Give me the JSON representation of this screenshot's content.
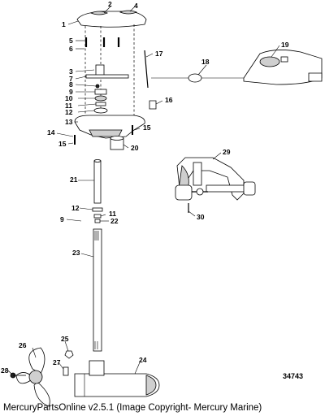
{
  "callouts": [
    {
      "id": "1",
      "label": "1"
    },
    {
      "id": "2",
      "label": "2"
    },
    {
      "id": "3",
      "label": "3"
    },
    {
      "id": "4",
      "label": "4"
    },
    {
      "id": "5",
      "label": "5"
    },
    {
      "id": "6",
      "label": "6"
    },
    {
      "id": "7",
      "label": "7"
    },
    {
      "id": "8",
      "label": "8"
    },
    {
      "id": "9a",
      "label": "9"
    },
    {
      "id": "9b",
      "label": "9"
    },
    {
      "id": "10",
      "label": "10"
    },
    {
      "id": "11a",
      "label": "11"
    },
    {
      "id": "11b",
      "label": "11"
    },
    {
      "id": "12a",
      "label": "12"
    },
    {
      "id": "12b",
      "label": "12"
    },
    {
      "id": "13",
      "label": "13"
    },
    {
      "id": "14",
      "label": "14"
    },
    {
      "id": "15a",
      "label": "15"
    },
    {
      "id": "15b",
      "label": "15"
    },
    {
      "id": "16",
      "label": "16"
    },
    {
      "id": "17",
      "label": "17"
    },
    {
      "id": "18",
      "label": "18"
    },
    {
      "id": "19",
      "label": "19"
    },
    {
      "id": "20",
      "label": "20"
    },
    {
      "id": "21",
      "label": "21"
    },
    {
      "id": "22",
      "label": "22"
    },
    {
      "id": "23",
      "label": "23"
    },
    {
      "id": "24",
      "label": "24"
    },
    {
      "id": "25",
      "label": "25"
    },
    {
      "id": "26",
      "label": "26"
    },
    {
      "id": "27",
      "label": "27"
    },
    {
      "id": "28",
      "label": "28"
    },
    {
      "id": "29",
      "label": "29"
    },
    {
      "id": "30",
      "label": "30"
    }
  ],
  "drawing_number": "34743",
  "footer": "MercuryPartsOnline v2.5.1 (Image Copyright- Mercury Marine)"
}
